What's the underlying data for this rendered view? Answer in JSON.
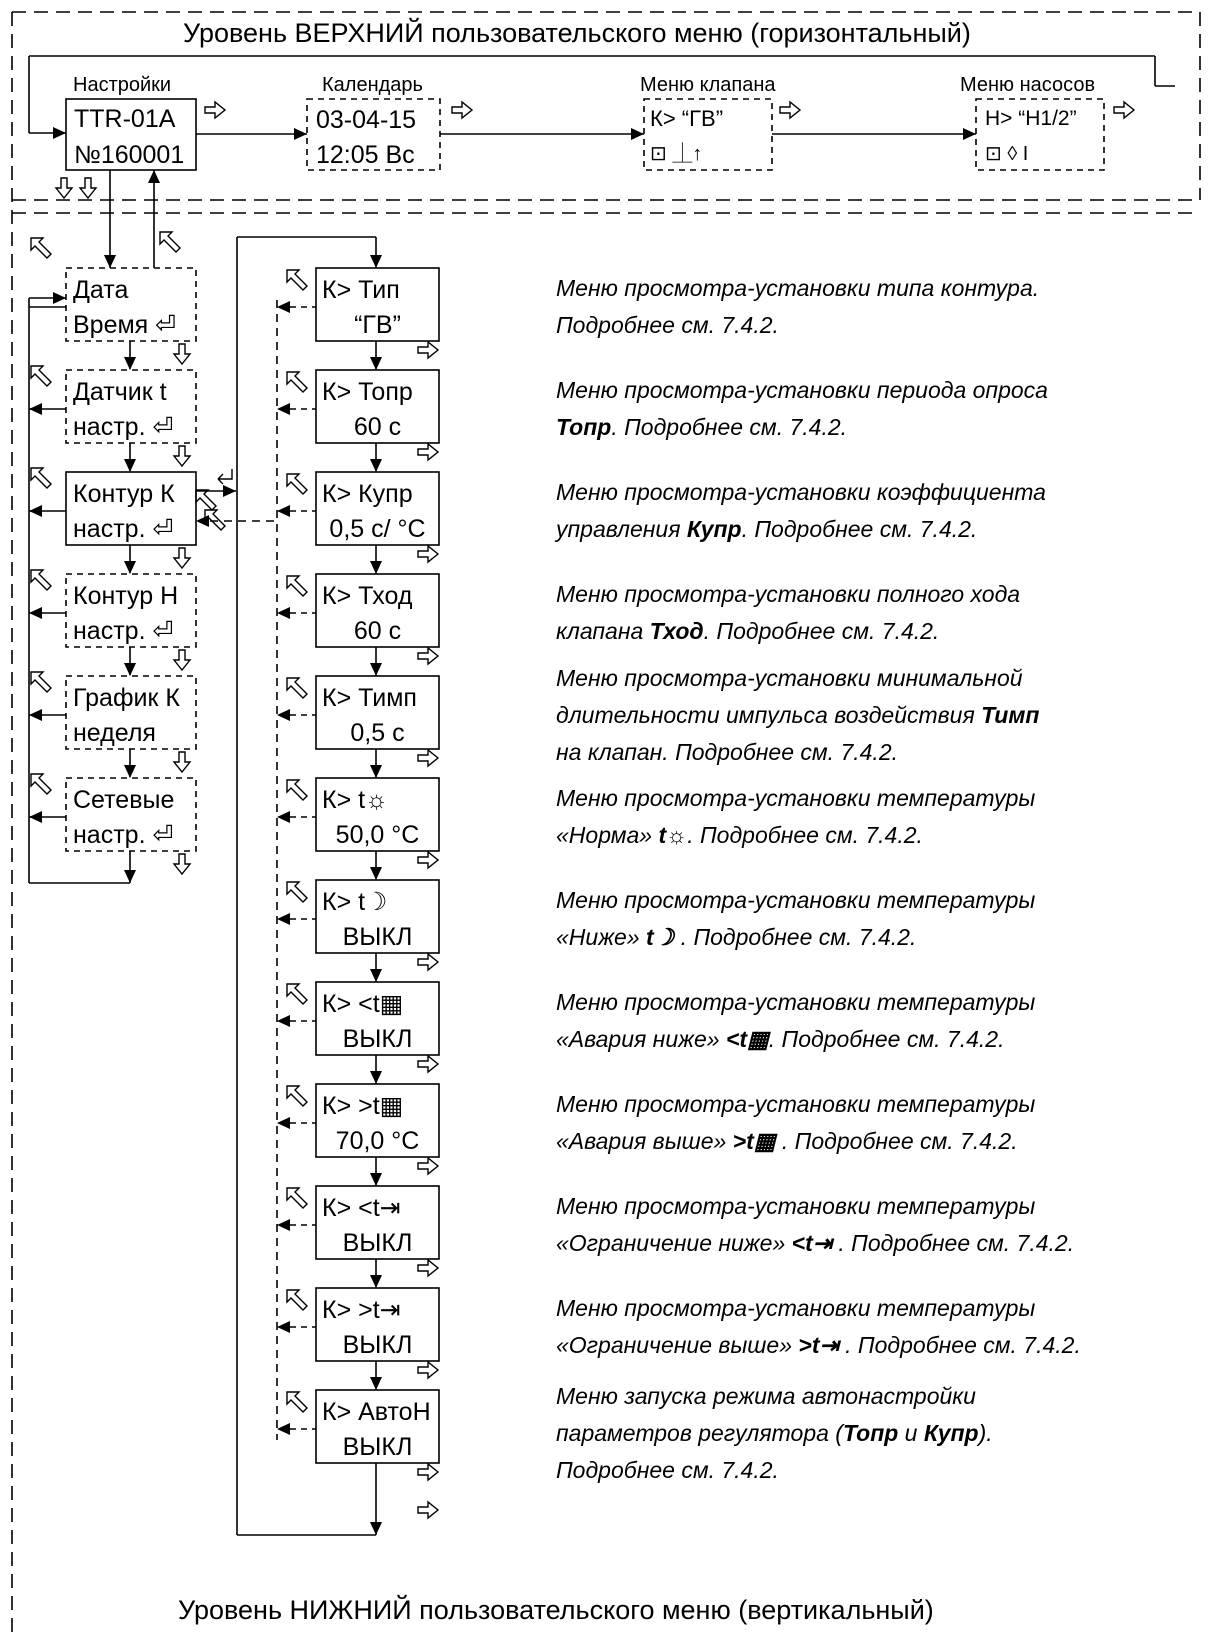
{
  "top_level": {
    "title": "Уровень ВЕРХНИЙ пользовательского меню (горизонтальный)",
    "screens": [
      {
        "header": "Настройки",
        "line1": "TTR-01A",
        "line2": "№160001"
      },
      {
        "header": "Календарь",
        "line1": "03-04-15",
        "line2": "12:05 Вс"
      },
      {
        "header": "Меню клапана",
        "line1": "К>  “ГВ”",
        "line2": "⊡        ⏊↑"
      },
      {
        "header": "Меню насосов",
        "line1": "Н> “Н1/2”",
        "line2": "⊡       ◊ I"
      }
    ]
  },
  "settings_menu": [
    {
      "line1": "Дата",
      "line2": "Время ⏎"
    },
    {
      "line1": "Датчик t",
      "line2": "настр. ⏎"
    },
    {
      "line1": "Контур К",
      "line2": "настр. ⏎"
    },
    {
      "line1": "Контур Н",
      "line2": "настр. ⏎"
    },
    {
      "line1": "График К",
      "line2": "неделя"
    },
    {
      "line1": "Сетевые",
      "line2": "настр. ⏎"
    }
  ],
  "valve_menu": [
    {
      "line1": "К>  Тип",
      "line2": "“ГВ”",
      "desc": [
        "Меню просмотра-установки типа контура.",
        "Подробнее см. 7.4.2."
      ]
    },
    {
      "line1": "К> Топр",
      "line2": "60 с",
      "desc": [
        "Меню просмотра-установки периода опроса",
        "**Топр**.  Подробнее см. 7.4.2."
      ]
    },
    {
      "line1": "К>  Купр",
      "line2": "0,5 с/ °С",
      "desc": [
        "Меню просмотра-установки коэффициента",
        "управления **Купр**.  Подробнее см. 7.4.2."
      ]
    },
    {
      "line1": "К> Тход",
      "line2": "60 с",
      "desc": [
        "Меню просмотра-установки полного хода",
        "клапана **Тход**.  Подробнее см. 7.4.2."
      ]
    },
    {
      "line1": "К> Тимп",
      "line2": "0,5 с",
      "desc": [
        "Меню просмотра-установки минимальной",
        "длительности импульса воздействия **Тимп**",
        "на клапан.  Подробнее см. 7.4.2."
      ]
    },
    {
      "line1": "К>     t☼",
      "line2": "50,0 °С",
      "desc": [
        "Меню просмотра-установки температуры",
        "«Норма» **t☼**.  Подробнее см. 7.4.2."
      ]
    },
    {
      "line1": "К>     t☽",
      "line2": "ВЫКЛ",
      "desc": [
        "Меню просмотра-установки температуры",
        "«Ниже» **t☽** .  Подробнее см. 7.4.2."
      ]
    },
    {
      "line1": "К>   <t▦",
      "line2": "ВЫКЛ",
      "desc": [
        "Меню просмотра-установки температуры",
        "«Авария ниже» **<t▦**.  Подробнее см. 7.4.2."
      ]
    },
    {
      "line1": "К>   >t▦",
      "line2": "70,0 °С",
      "desc": [
        "Меню просмотра-установки температуры",
        "«Авария выше» **>t▦** .  Подробнее см. 7.4.2."
      ]
    },
    {
      "line1": "К>   <t⇥",
      "line2": "ВЫКЛ",
      "desc": [
        "Меню просмотра-установки температуры",
        "«Ограничение ниже» **<t⇥**  .  Подробнее см. 7.4.2."
      ]
    },
    {
      "line1": "К>   >t⇥",
      "line2": "ВЫКЛ",
      "desc": [
        "Меню просмотра-установки температуры",
        "«Ограничение выше» **>t⇥**  .  Подробнее см. 7.4.2."
      ]
    },
    {
      "line1": "К> АвтоН",
      "line2": "ВЫКЛ",
      "desc": [
        "Меню запуска режима автонастройки",
        "параметров регулятора (**Топр** и **Купр**).",
        "Подробнее см. 7.4.2."
      ]
    }
  ],
  "bottom_level": {
    "title": "Уровень НИЖНИЙ пользовательского меню (вертикальный)"
  },
  "symbols": {
    "next": "⇨",
    "down": "⇩",
    "back": "⇖",
    "enter": "⏎",
    "double_down": "⇩⇩"
  }
}
